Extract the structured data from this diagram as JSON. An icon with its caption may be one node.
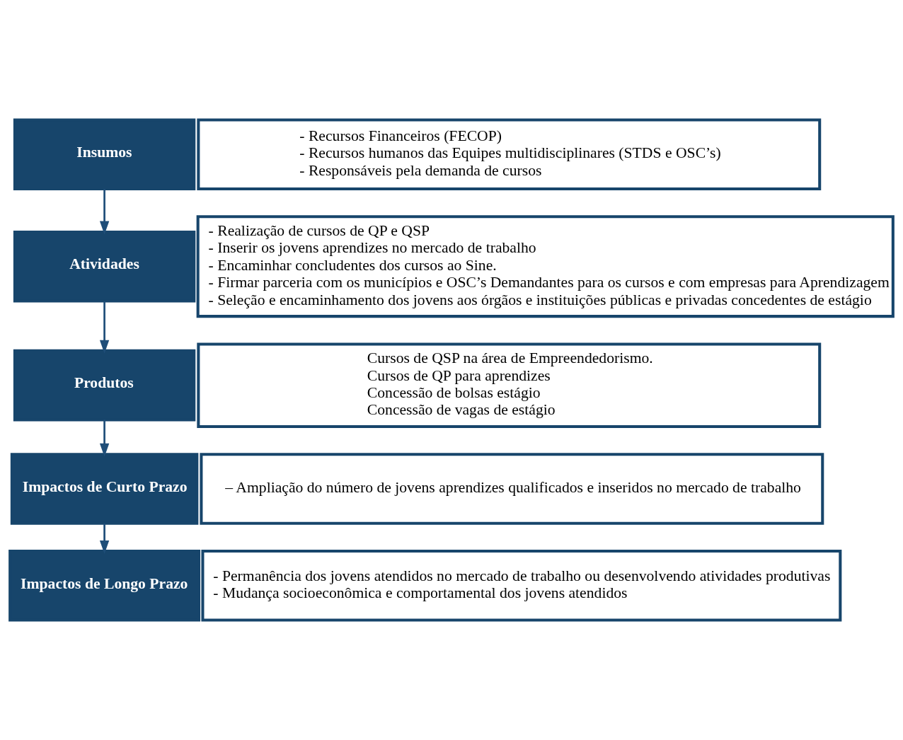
{
  "diagram": {
    "nodes": [
      {
        "text": [
          "Insumos"
        ]
      },
      {
        "text": [
          "- Recursos Financeiros (FECOP)",
          "- Recursos humanos das Equipes multidisciplinares (STDS e OSC’s)",
          "- Responsáveis pela demanda de cursos"
        ]
      },
      {
        "text": [
          "Atividades"
        ]
      },
      {
        "text": [
          "- Realização de cursos de QP e QSP",
          "- Inserir os jovens aprendizes no mercado de trabalho",
          "- Encaminhar concludentes dos cursos ao Sine.",
          "- Firmar parceria com os municípios e OSC’s Demandantes para os cursos e com empresas para Aprendizagem",
          "- Seleção e encaminhamento dos jovens aos órgãos e instituições públicas e privadas concedentes de estágio"
        ]
      },
      {
        "text": [
          "Produtos"
        ]
      },
      {
        "text": [
          "Cursos de QSP na área de Empreendedorismo.",
          "Cursos de QP para aprendizes",
          "Concessão de bolsas estágio",
          "Concessão de vagas de estágio"
        ]
      },
      {
        "text": [
          "Impactos de Curto Prazo"
        ]
      },
      {
        "text": [
          "– Ampliação do número de jovens aprendizes qualificados e inseridos no mercado de trabalho"
        ]
      },
      {
        "text": [
          "Impactos de Longo Prazo"
        ]
      },
      {
        "text": [
          "- Permanência dos jovens atendidos no mercado de trabalho ou desenvolvendo atividades produtivas",
          "- Mudança socioeconômica e comportamental dos jovens atendidos"
        ]
      }
    ],
    "edges": [
      {
        "from": 0,
        "to": 2,
        "arrow": "to"
      },
      {
        "from": 2,
        "to": 4,
        "arrow": "to"
      },
      {
        "from": 4,
        "to": 6,
        "arrow": "to"
      },
      {
        "from": 6,
        "to": 8,
        "arrow": "to"
      }
    ]
  }
}
